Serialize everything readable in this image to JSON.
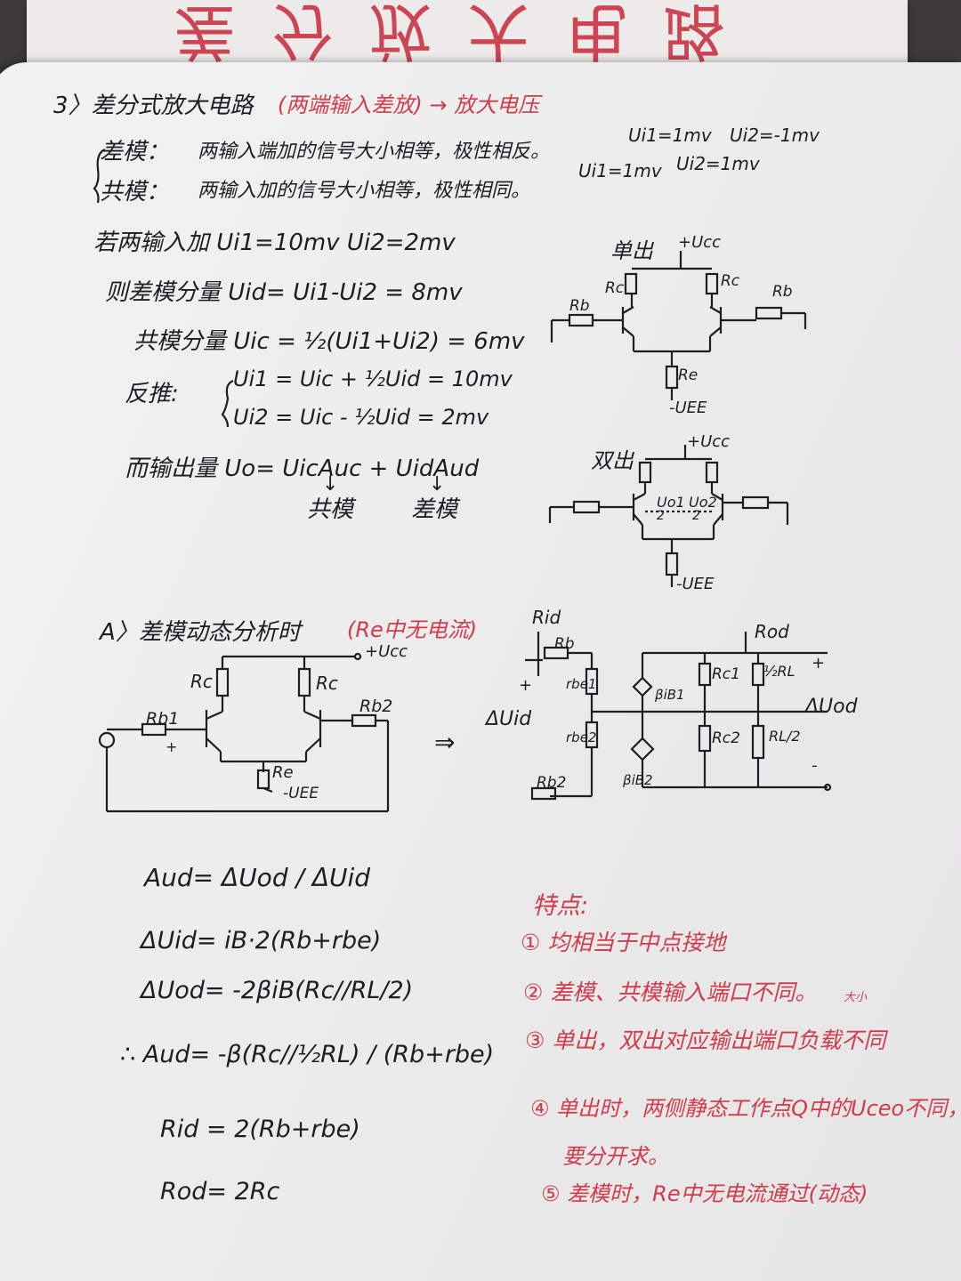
{
  "header_mirror": "差分放大电路",
  "section_title": {
    "prefix": "3〉差分式放大电路",
    "note": "(两端输入差放) → 放大电压"
  },
  "diff_mode_def": {
    "term": "差模：",
    "text": "两输入端加的信号大小相等，极性相反。",
    "ui1": "Ui1=1mv",
    "ui2": "Ui2=-1mv"
  },
  "common_mode_def": {
    "term": "共模：",
    "text": "两输入加的信号大小相等，极性相同。",
    "ui1": "Ui1=1mv",
    "ui2": "Ui2=1mv"
  },
  "example": {
    "given": "若两输入加 Ui1=10mv  Ui2=2mv",
    "diff_component": "则差模分量 Uid= Ui1-Ui2 = 8mv",
    "common_component": "共模分量 Uic = ½(Ui1+Ui2) = 6mv",
    "inverse_label": "反推:",
    "inverse_1": "Ui1 = Uic + ½Uid = 10mv",
    "inverse_2": "Ui2 = Uic - ½Uid = 2mv",
    "output": "而输出量 Uo= UicAuc + UidAud",
    "label_common": "共模",
    "label_diff": "差模"
  },
  "circuit_single": {
    "title": "单出",
    "vcc": "+Ucc",
    "rc1": "Rc",
    "rc2": "Rc",
    "rb1": "Rb",
    "rb2": "Rb",
    "re": "Re",
    "vee": "-UEE"
  },
  "circuit_double": {
    "title": "双出",
    "vcc": "+Ucc",
    "uo1": "Uo1",
    "uo2": "Uo2",
    "half": "2",
    "vee": "-UEE"
  },
  "section_a": {
    "title": "A〉差模动态分析时",
    "note": "(Re中无电流)"
  },
  "circuit_diff": {
    "vcc": "+Ucc",
    "rc1": "Rc",
    "rc2": "Rc",
    "rb1": "Rb1",
    "rb2": "Rb2",
    "re": "Re",
    "vee": "-UEE",
    "plus": "+"
  },
  "arrow": "⇒",
  "equiv": {
    "rid": "Rid",
    "rod": "Rod",
    "rb": "Rb",
    "rbe1": "rbe1",
    "rbe2": "rbe2",
    "rb2": "Rb2",
    "beta_ib1": "βiB1",
    "beta_ib2": "βiB2",
    "rc1": "Rc1",
    "rc2": "Rc2",
    "rl_half": "½RL",
    "rl_half2": "RL/2",
    "uod": "ΔUod",
    "uid": "ΔUid",
    "plus": "+",
    "minus": "-"
  },
  "formulas": {
    "aud_def": "Aud= ΔUod / ΔUid",
    "duid": "ΔUid= iB·2(Rb+rbe)",
    "duod": "ΔUod= -2βiB(Rc//RL/2)",
    "aud_result": "∴ Aud= -β(Rc//½RL) / (Rb+rbe)",
    "rid": "Rid = 2(Rb+rbe)",
    "rod": "Rod= 2Rc"
  },
  "features": {
    "title": "特点:",
    "items": [
      "① 均相当于中点接地",
      "② 差模、共模输入端口不同。",
      "③ 单出，双出对应输出端口负载不同",
      "④ 单出时，两侧静态工作点Q中的Uceo不同，",
      "要分开求。",
      "⑤ 差模时，Re中无电流通过(动态)"
    ],
    "small_note": "大小"
  }
}
